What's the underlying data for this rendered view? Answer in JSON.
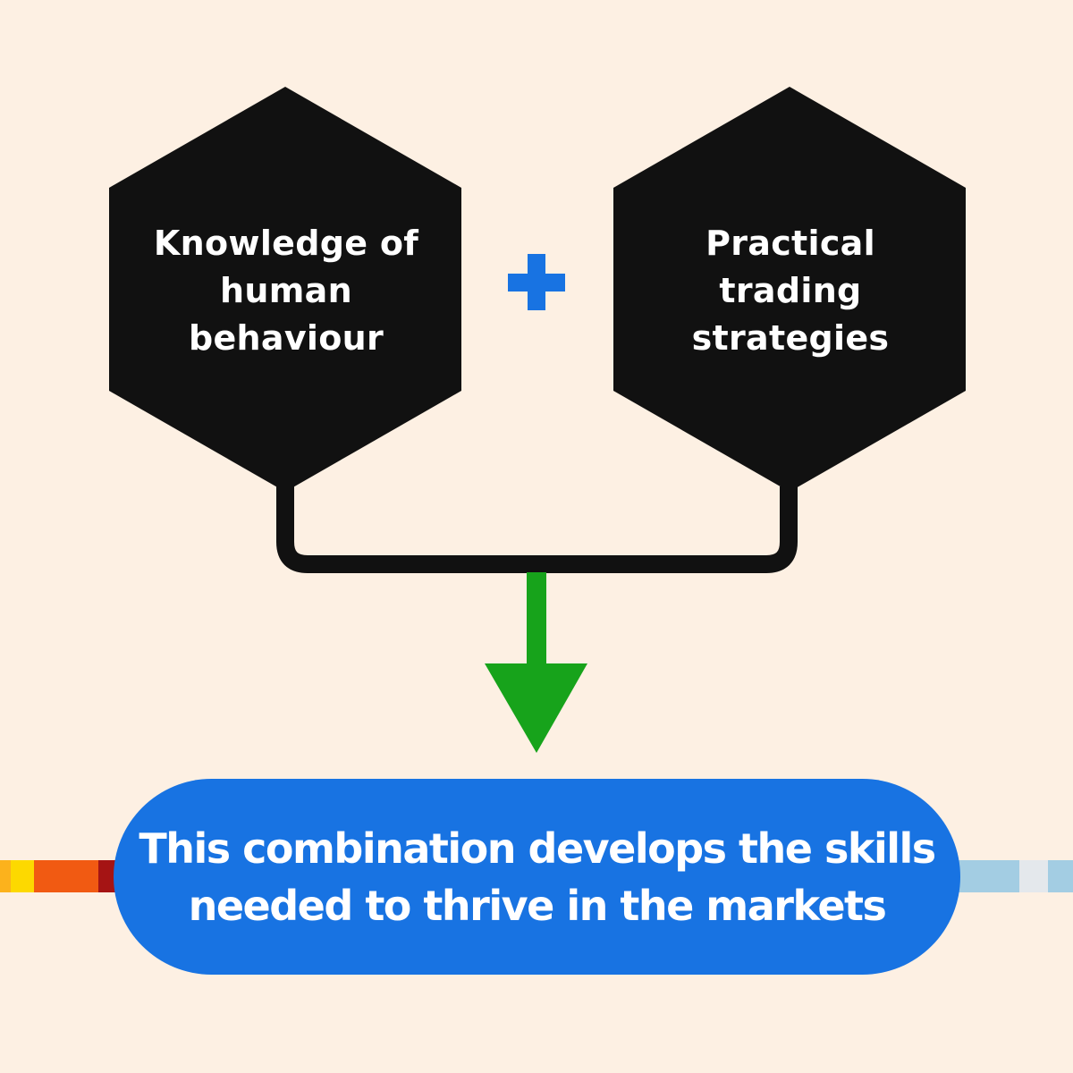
{
  "diagram": {
    "inputs": [
      {
        "label": "Knowledge of\nhuman\nbehaviour"
      },
      {
        "label": "Practical\ntrading\nstrategies"
      }
    ],
    "operator": "plus",
    "result": "This combination develops the skills needed to thrive in the markets"
  },
  "colors": {
    "background": "#fdf0e3",
    "hexagon_fill": "#111111",
    "plus": "#1873e2",
    "connector": "#111111",
    "arrow": "#17a31b",
    "result_fill": "#1873e2",
    "text_on_dark": "#ffffff"
  },
  "icons": {
    "operator_icon": "plus-icon",
    "flow_icon": "arrow-down-icon"
  }
}
